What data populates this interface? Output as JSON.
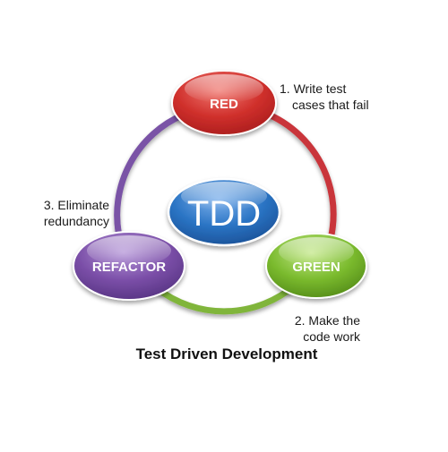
{
  "diagram": {
    "center": {
      "label": "TDD",
      "color": "#2a74c4"
    },
    "nodes": [
      {
        "id": "red",
        "label": "RED",
        "color": "#d0302c"
      },
      {
        "id": "green",
        "label": "GREEN",
        "color": "#7bbb2e"
      },
      {
        "id": "refactor",
        "label": "REFACTOR",
        "color": "#7b4fa8"
      }
    ],
    "arcs": [
      {
        "from": "red",
        "to": "green",
        "color": "#c9343a"
      },
      {
        "from": "green",
        "to": "refactor",
        "color": "#80b53a"
      },
      {
        "from": "refactor",
        "to": "red",
        "color": "#7a52a6"
      }
    ],
    "steps": [
      {
        "line1": "1.    Write test",
        "line2": "cases that fail"
      },
      {
        "line1": "2. Make the",
        "line2": "code work"
      },
      {
        "line1": "3. Eliminate",
        "line2": "redundancy"
      }
    ],
    "title": "Test Driven Development"
  }
}
